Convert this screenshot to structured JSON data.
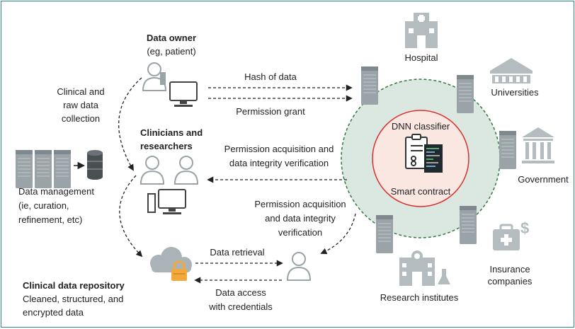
{
  "data_owner": {
    "title": "Data owner",
    "subtitle": "(eg, patient)"
  },
  "collection": {
    "line1": "Clinical and",
    "line2": "raw data",
    "line3": "collection"
  },
  "hash_label": "Hash of data",
  "permission_grant_label": "Permission grant",
  "clinicians": {
    "line1": "Clinicians and",
    "line2": "researchers"
  },
  "acq1": {
    "line1": "Permission acquisition and",
    "line2": "data integrity verification"
  },
  "acq2": {
    "line1": "Permission acquisition",
    "line2": "and data integrity",
    "line3": "verification"
  },
  "data_management": {
    "line1": "Data management",
    "line2": "(ie, curation,",
    "line3": "refinement, etc)"
  },
  "data_retrieval_label": "Data retrieval",
  "data_access": {
    "line1": "Data access",
    "line2": "with credentials"
  },
  "repository": {
    "title": "Clinical data repository",
    "line1": "Cleaned, structured, and",
    "line2": "encrypted data"
  },
  "network": {
    "classifier_label": "DNN classifier",
    "contract_label": "Smart contract",
    "nodes": {
      "hospital": "Hospital",
      "universities": "Universities",
      "government": "Government",
      "insurance_line1": "Insurance",
      "insurance_line2": "companies",
      "research": "Research institutes"
    }
  },
  "colors": {
    "border": "#2e8b82",
    "ring_fill": "#dbe7e1",
    "ring_stroke": "#2f7a3d",
    "core_fill": "#fbe7e1",
    "core_stroke": "#d9302c",
    "server": "#99a2a6",
    "icon_gray": "#b5bcbf",
    "repo_lock": "#f2a93b"
  }
}
